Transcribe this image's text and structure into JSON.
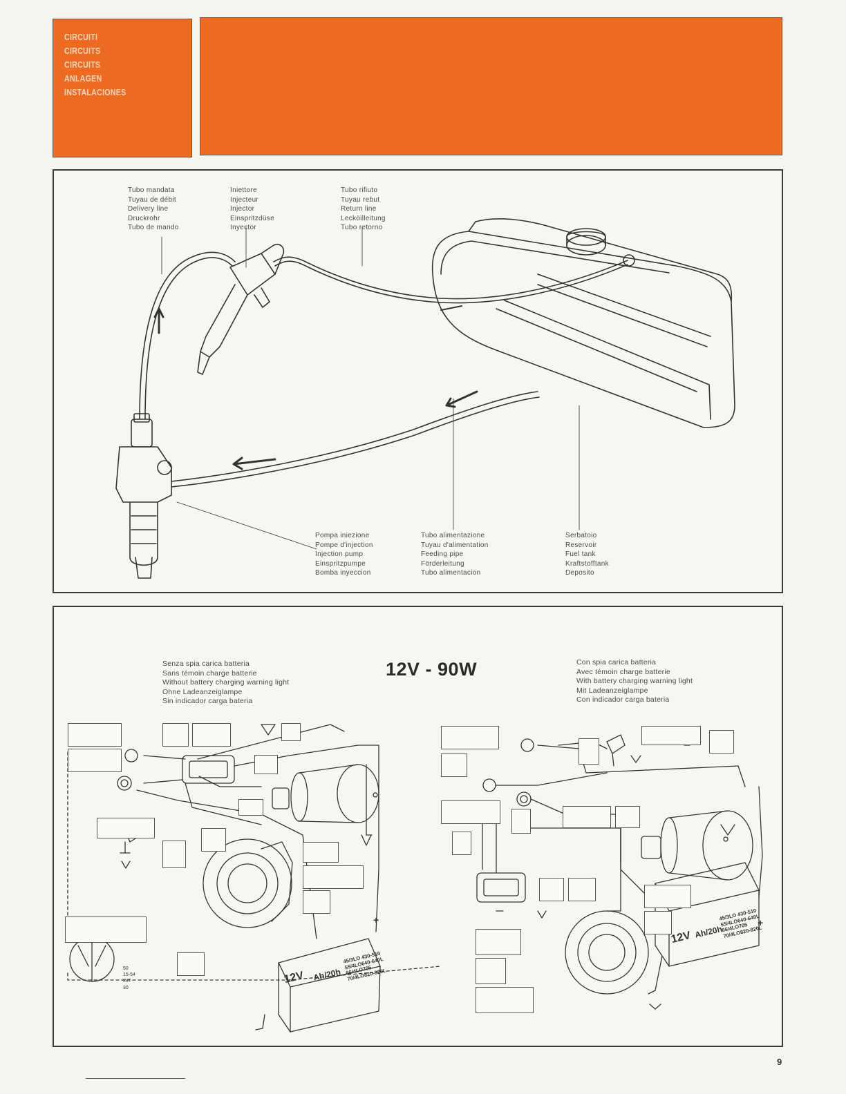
{
  "header": {
    "titles": [
      "CIRCUITI",
      "CIRCUITS",
      "CIRCUITS",
      "ANLAGEN",
      "INSTALACIONES"
    ]
  },
  "fuel_diagram": {
    "labels": {
      "delivery_line": [
        "Tubo mandata",
        "Tuyau de débit",
        "Delivery line",
        "Druckrohr",
        "Tubo de mando"
      ],
      "injector": [
        "Iniettore",
        "Injecteur",
        "Injector",
        "Einspritzdüse",
        "Inyector"
      ],
      "return_line": [
        "Tubo rifiuto",
        "Tuyau rebut",
        "Return line",
        "Lecköilleitung",
        "Tubo retorno"
      ],
      "injection_pump": [
        "Pompa iniezione",
        "Pompe d'injection",
        "Injection pump",
        "Einspritzpumpe",
        "Bomba inyeccion"
      ],
      "feeding_pipe": [
        "Tubo alimentazione",
        "Tuyau d'alimentation",
        "Feeding pipe",
        "Förderleitung",
        "Tubo alimentacion"
      ],
      "fuel_tank": [
        "Serbatoio",
        "Reservoir",
        "Fuel tank",
        "Kraftstofftank",
        "Deposito"
      ]
    }
  },
  "electrical_diagram": {
    "title": "12V - 90W",
    "left_caption": [
      "Senza spia carica batteria",
      "Sans témoin charge batterie",
      "Without battery charging warning light",
      "Ohne Ladeanzeiglampe",
      "Sin indicador carga bateria"
    ],
    "right_caption": [
      "Con spia carica batteria",
      "Avec témoin charge batterie",
      "With battery charging warning light",
      "Mit Ladeanzeiglampe",
      "Con indicador carga bateria"
    ],
    "battery_voltage": "12V",
    "battery_capacity": "Ah/20h",
    "battery_specs": [
      "45/3LO 430-510",
      "55/4LO640-640L",
      "66/4LO705",
      "70/4LO820-820L"
    ],
    "key_switch_terminals": [
      "50",
      "15-54",
      "INT",
      "30"
    ]
  },
  "page_number": "9"
}
